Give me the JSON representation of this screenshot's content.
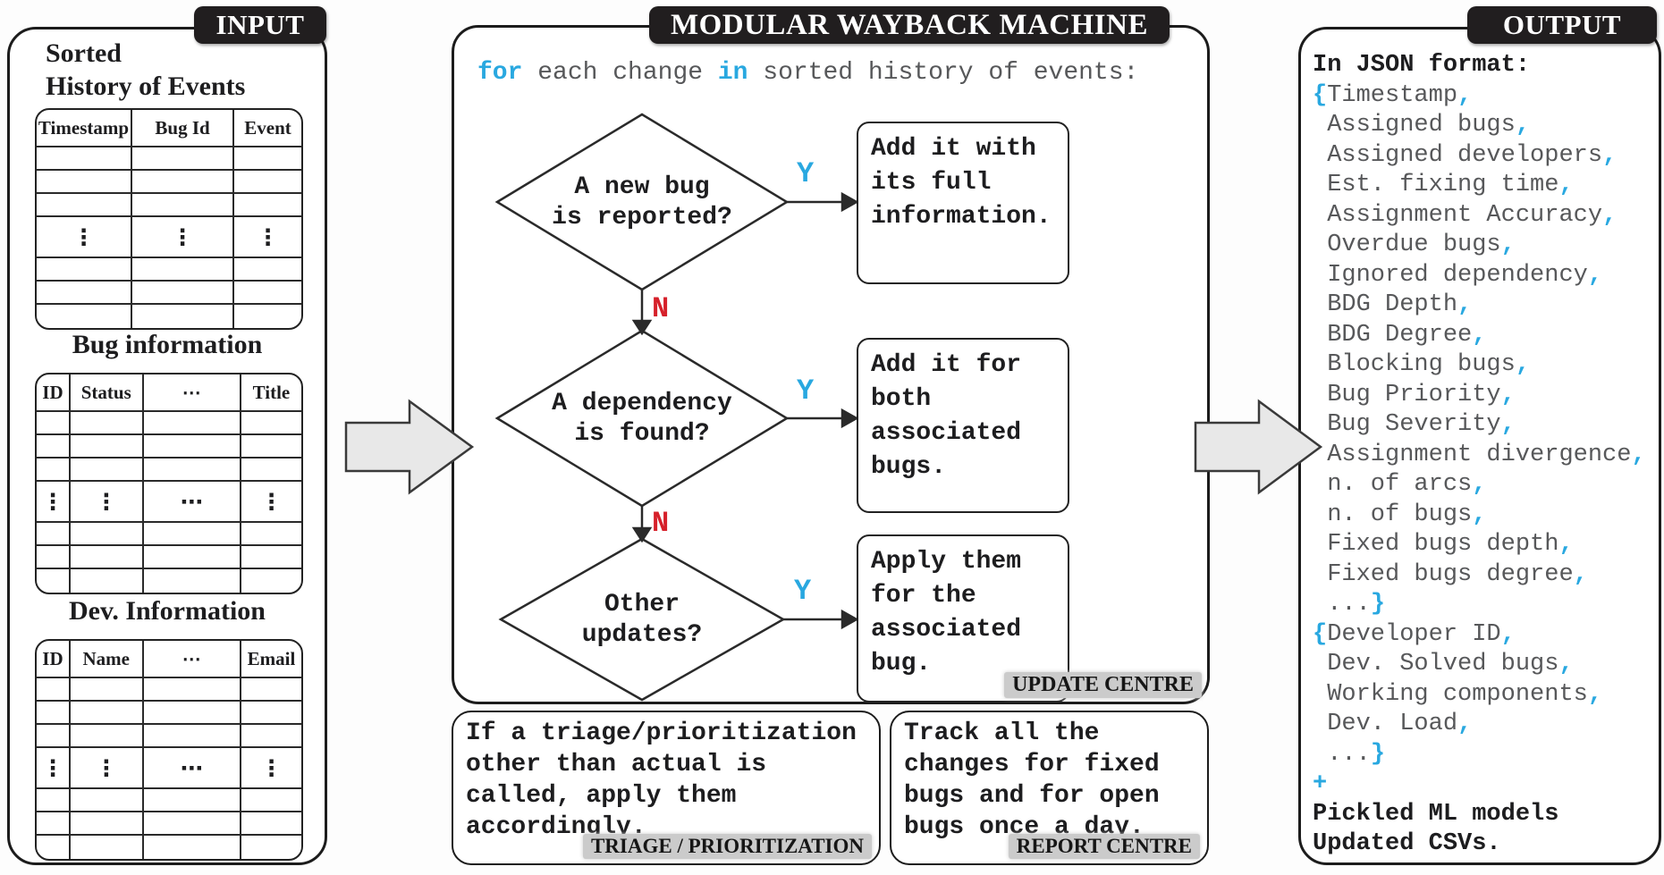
{
  "accent": {
    "cyan": "#29a8e0",
    "red": "#d6202a"
  },
  "input": {
    "tab": "INPUT",
    "tables": [
      {
        "title": "Sorted\nHistory of Events",
        "headers": [
          "Timestamp",
          "Bug Id",
          "Event"
        ],
        "ellipsis": [
          "⋮",
          "⋮",
          "⋮"
        ],
        "col_fr": [
          1.5,
          1.6,
          1.05
        ]
      },
      {
        "title": "Bug information",
        "headers": [
          "ID",
          "Status",
          "⋯",
          "Title"
        ],
        "ellipsis": [
          "⋮",
          "⋮",
          "⋯",
          "⋮"
        ],
        "col_fr": [
          0.52,
          1.12,
          1.5,
          0.92
        ]
      },
      {
        "title": "Dev. Information",
        "headers": [
          "ID",
          "Name",
          "⋯",
          "Email"
        ],
        "ellipsis": [
          "⋮",
          "⋮",
          "⋯",
          "⋮"
        ],
        "col_fr": [
          0.52,
          1.12,
          1.5,
          0.92
        ]
      }
    ]
  },
  "machine": {
    "tab": "MODULAR WAYBACK MACHINE",
    "for_line": [
      [
        "c",
        "for"
      ],
      [
        "g",
        " each change "
      ],
      [
        "c",
        "in"
      ],
      [
        "g",
        " sorted history of events:"
      ]
    ],
    "decisions": [
      {
        "question": "A new bug\nis reported?",
        "yes": "Y",
        "no": "N",
        "action": "Add it with\nits full\ninformation."
      },
      {
        "question": "A dependency\nis found?",
        "yes": "Y",
        "no": "N",
        "action": "Add it for\nboth\nassociated\nbugs."
      },
      {
        "question": "Other\nupdates?",
        "yes": "Y",
        "action": "Apply them\nfor the\nassociated\nbug."
      }
    ],
    "badge": "UPDATE CENTRE"
  },
  "triage": {
    "text": "If a triage/prioritization\nother than actual is\ncalled, apply them\naccordingly.",
    "badge": "TRIAGE / PRIORITIZATION"
  },
  "report": {
    "text": "Track all the\nchanges for fixed\nbugs and for open\nbugs once a day.",
    "badge": "REPORT CENTRE"
  },
  "output": {
    "tab": "OUTPUT",
    "lines": [
      [
        [
          "k",
          "In JSON format:"
        ]
      ],
      [
        [
          "c",
          "{"
        ],
        [
          "g",
          "Timestamp"
        ],
        [
          "c",
          ","
        ]
      ],
      [
        [
          "g",
          " Assigned bugs"
        ],
        [
          "c",
          ","
        ]
      ],
      [
        [
          "g",
          " Assigned developers"
        ],
        [
          "c",
          ","
        ]
      ],
      [
        [
          "g",
          " Est. fixing time"
        ],
        [
          "c",
          ","
        ]
      ],
      [
        [
          "g",
          " Assignment Accuracy"
        ],
        [
          "c",
          ","
        ]
      ],
      [
        [
          "g",
          " Overdue bugs"
        ],
        [
          "c",
          ","
        ]
      ],
      [
        [
          "g",
          " Ignored dependency"
        ],
        [
          "c",
          ","
        ]
      ],
      [
        [
          "g",
          " BDG Depth"
        ],
        [
          "c",
          ","
        ]
      ],
      [
        [
          "g",
          " BDG Degree"
        ],
        [
          "c",
          ","
        ]
      ],
      [
        [
          "g",
          " Blocking bugs"
        ],
        [
          "c",
          ","
        ]
      ],
      [
        [
          "g",
          " Bug Priority"
        ],
        [
          "c",
          ","
        ]
      ],
      [
        [
          "g",
          " Bug Severity"
        ],
        [
          "c",
          ","
        ]
      ],
      [
        [
          "g",
          " Assignment divergence"
        ],
        [
          "c",
          ","
        ]
      ],
      [
        [
          "g",
          " n. of arcs"
        ],
        [
          "c",
          ","
        ]
      ],
      [
        [
          "g",
          " n. of bugs"
        ],
        [
          "c",
          ","
        ]
      ],
      [
        [
          "g",
          " Fixed bugs depth"
        ],
        [
          "c",
          ","
        ]
      ],
      [
        [
          "g",
          " Fixed bugs degree"
        ],
        [
          "c",
          ","
        ]
      ],
      [
        [
          "g",
          " ..."
        ],
        [
          "c",
          "}"
        ]
      ],
      [
        [
          "c",
          "{"
        ],
        [
          "g",
          "Developer ID"
        ],
        [
          "c",
          ","
        ]
      ],
      [
        [
          "g",
          " Dev. Solved bugs"
        ],
        [
          "c",
          ","
        ]
      ],
      [
        [
          "g",
          " Working components"
        ],
        [
          "c",
          ","
        ]
      ],
      [
        [
          "g",
          " Dev. Load"
        ],
        [
          "c",
          ","
        ]
      ],
      [
        [
          "g",
          " ..."
        ],
        [
          "c",
          "}"
        ]
      ],
      [
        [
          "c",
          "+"
        ]
      ],
      [
        [
          "k",
          "Pickled ML models"
        ]
      ],
      [
        [
          "k",
          "Updated CSVs."
        ]
      ]
    ]
  }
}
